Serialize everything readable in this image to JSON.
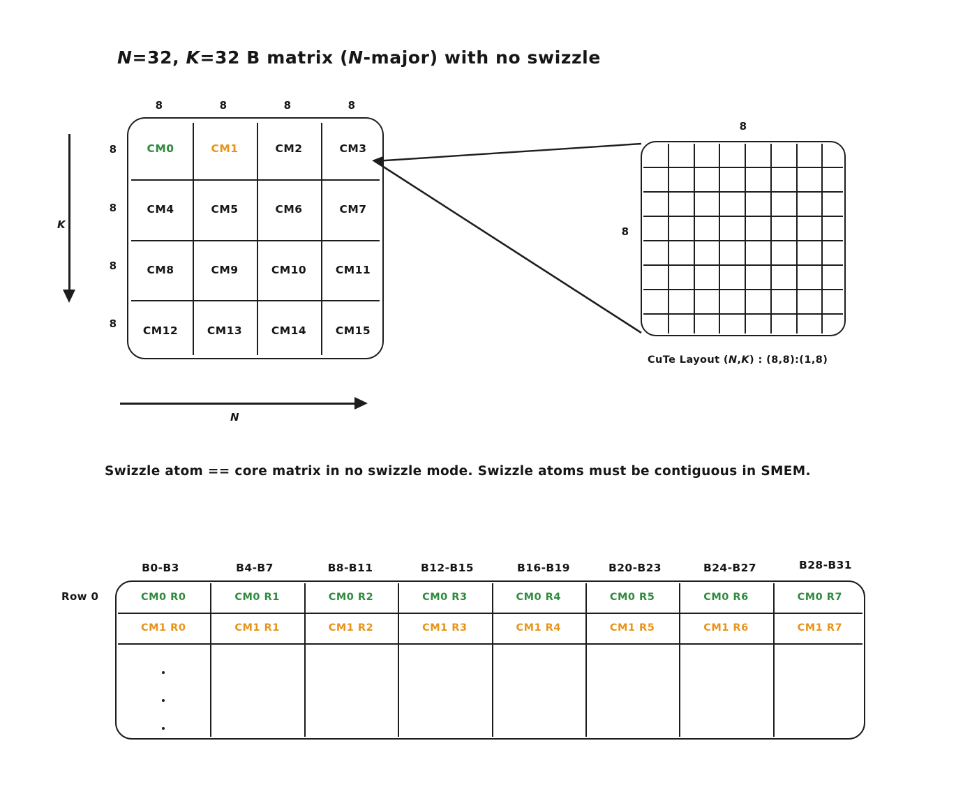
{
  "title": {
    "prefix_italic_n": "N",
    "full": "N=32, K=32 B matrix (N-major) with no swizzle",
    "seg1": "N",
    "seg2": "=32, ",
    "seg3": "K",
    "seg4": "=32 B matrix (",
    "seg5": "N",
    "seg6": "-major) with no swizzle"
  },
  "colors": {
    "green": "#2e8b3d",
    "orange": "#e8941a",
    "ink": "#1d1d1d",
    "background": "#ffffff"
  },
  "core_matrix": {
    "name": "B matrix core-matrix tiling",
    "rows": 4,
    "cols": 4,
    "col_dims": [
      "8",
      "8",
      "8",
      "8"
    ],
    "row_dims": [
      "8",
      "8",
      "8",
      "8"
    ],
    "cells": [
      "CM0",
      "CM1",
      "CM2",
      "CM3",
      "CM4",
      "CM5",
      "CM6",
      "CM7",
      "CM8",
      "CM9",
      "CM10",
      "CM11",
      "CM12",
      "CM13",
      "CM14",
      "CM15"
    ],
    "highlight": {
      "CM0": "#2e8b3d",
      "CM1": "#e8941a"
    },
    "axis_k_label": "K",
    "axis_n_label": "N"
  },
  "expanded_grid": {
    "name": "single core matrix expanded",
    "rows": 8,
    "cols": 8,
    "top_dim": "8",
    "left_dim": "8",
    "caption": "CuTe Layout (N,K) : (8,8):(1,8)",
    "caption_seg1": "CuTe Layout (",
    "caption_seg_n": "N",
    "caption_seg2": ",",
    "caption_seg_k": "K",
    "caption_seg3": ") : (8,8):(1,8)"
  },
  "note": "Swizzle atom == core matrix in no swizzle mode. Swizzle atoms must be contiguous in SMEM.",
  "byte_table": {
    "row_label": "Row 0",
    "headers": [
      "B0-B3",
      "B4-B7",
      "B8-B11",
      "B12-B15",
      "B16-B19",
      "B20-B23",
      "B24-B27",
      "B28-B31"
    ],
    "rows": [
      {
        "color": "#2e8b3d",
        "cells": [
          "CM0 R0",
          "CM0 R1",
          "CM0 R2",
          "CM0 R3",
          "CM0 R4",
          "CM0 R5",
          "CM0 R6",
          "CM0 R7"
        ]
      },
      {
        "color": "#e8941a",
        "cells": [
          "CM1 R0",
          "CM1 R1",
          "CM1 R2",
          "CM1 R3",
          "CM1 R4",
          "CM1 R5",
          "CM1 R6",
          "CM1 R7"
        ]
      },
      {
        "color": "#1d1d1d",
        "cells": [
          "",
          "",
          "",
          "",
          "",
          "",
          "",
          ""
        ],
        "ellipsis": true
      }
    ]
  }
}
